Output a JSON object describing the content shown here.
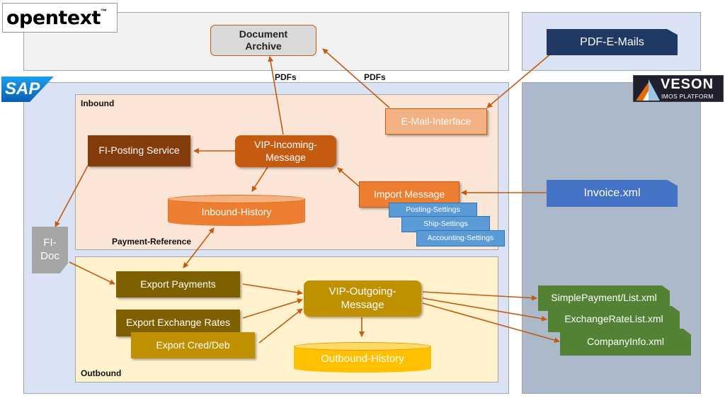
{
  "logos": {
    "opentext": "opentext",
    "opentext_tm": "™",
    "sap": "SAP",
    "veson_name": "VESON",
    "veson_sub": "IMOS PLATFORM"
  },
  "labels": {
    "inbound": "Inbound",
    "outbound": "Outbound",
    "payment_reference": "Payment-Reference",
    "pdfs_left": "PDFs",
    "pdfs_right": "PDFs"
  },
  "nodes": {
    "document_archive": "Document Archive",
    "pdf_emails": "PDF-E-Mails",
    "email_interface": "E-Mail-Interface",
    "fi_posting_service": "FI-Posting Service",
    "vip_incoming": "VIP-Incoming-Message",
    "inbound_history": "Inbound-History",
    "import_message": "Import Message",
    "posting_settings": "Posting-Settings",
    "ship_settings": "Ship-Settings",
    "accounting_settings": "Accounting-Settings",
    "invoice_xml": "Invoice.xml",
    "fi_doc": "FI-Doc",
    "export_payments": "Export Payments",
    "export_exchange_rates": "Export Exchange Rates",
    "export_cred_deb": "Export Cred/Deb",
    "vip_outgoing": "VIP-Outgoing-Message",
    "outbound_history": "Outbound-History",
    "simplepayment_list": "SimplePayment/List.xml",
    "exchangeratelist": "ExchangeRateList.xml",
    "companyinfo": "CompanyInfo.xml"
  },
  "colors": {
    "arrow": "#c55a11",
    "inbound_bg": "#fbe5d6",
    "outbound_bg": "#fff2cc",
    "sap_bg": "#dae3f3",
    "veson_bg": "#acb9ca",
    "orange_box": "#f4b183",
    "dark_brown": "#843c0c",
    "orange_dark": "#c55a11",
    "orange_mid": "#ed7d31",
    "blue_file": "#4472c4",
    "navy_file": "#203864",
    "green_file": "#548235",
    "olive": "#7f6000",
    "gold": "#bf9000",
    "yellow": "#ffc000",
    "settings_blue": "#5b9bd5"
  }
}
